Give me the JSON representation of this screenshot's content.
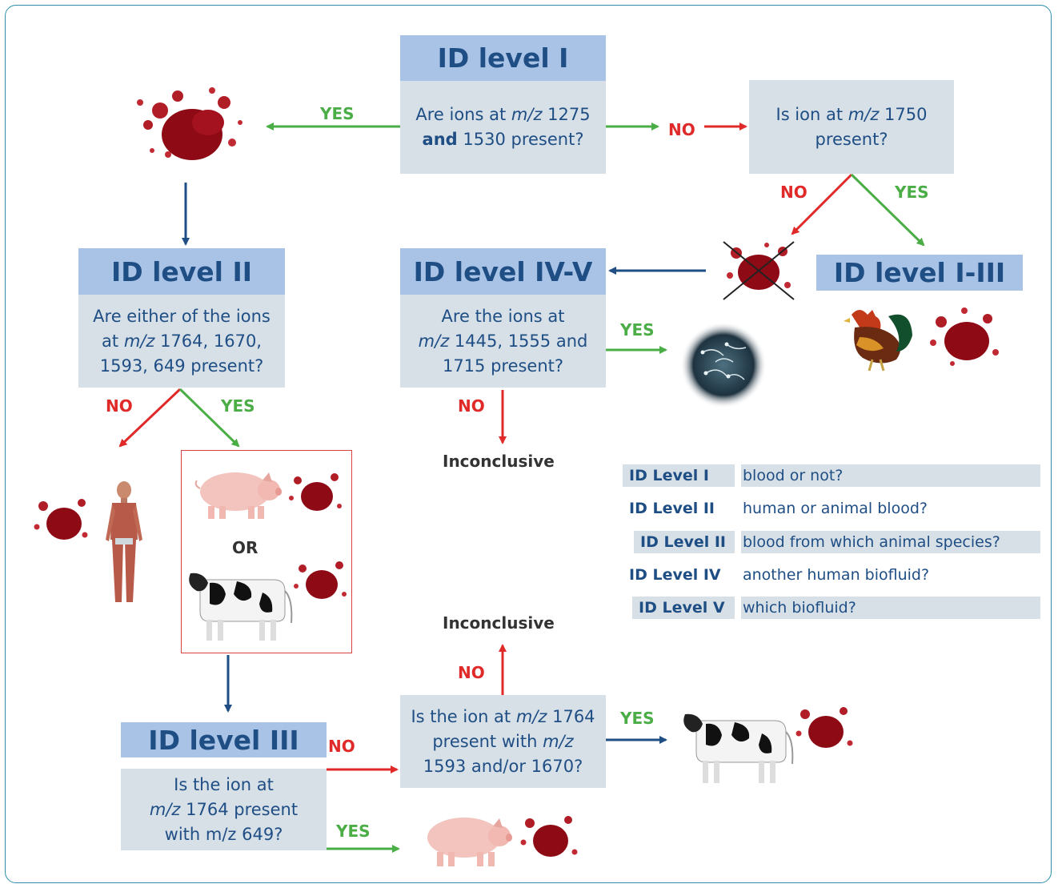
{
  "level1": {
    "title": "ID level I",
    "q_part1": "Are ions at",
    "q_mz": "m/z",
    "q_part2": "1275",
    "q_and": "and",
    "q_part3": "1530 present?"
  },
  "level1_no": {
    "q_part1": "Is ion at",
    "q_mz": "m/z",
    "q_part2": "1750",
    "q_part3": "present?"
  },
  "level2": {
    "title": "ID level II",
    "q_line1": "Are either of the ions",
    "q_at": "at",
    "q_mz": "m/z",
    "q_line2": "1764, 1670,",
    "q_line3": "1593, 649 present?"
  },
  "level45": {
    "title": "ID level IV-V",
    "q_line1": "Are the ions at",
    "q_mz": "m/z",
    "q_line2": "1445, 1555 and",
    "q_line3": "1715 present?"
  },
  "level13": {
    "title": "ID level I-III"
  },
  "level3": {
    "title": "ID level III",
    "q_line1": "Is the ion at",
    "q_mz": "m/z",
    "q_line2": "1764 present",
    "q_line3": "with m/z 649?"
  },
  "level3_no": {
    "q_line1a": "Is the ion at",
    "q_mz1": "m/z",
    "q_line1b": "1764",
    "q_line2a": "present with",
    "q_mz2": "m/z",
    "q_line3": "1593 and/or 1670?"
  },
  "labels": {
    "yes": "YES",
    "no": "NO",
    "or": "OR",
    "inconclusive": "Inconclusive"
  },
  "legend": [
    {
      "key": "ID Level I",
      "value": "blood or not?"
    },
    {
      "key": "ID Level II",
      "value": "human or animal blood?"
    },
    {
      "key": "ID Level II",
      "value": "blood from which animal species?"
    },
    {
      "key": "ID Level IV",
      "value": "another human biofluid?"
    },
    {
      "key": "ID Level V",
      "value": "which biofluid?"
    }
  ],
  "colors": {
    "yes": "#4aad45",
    "no": "#e02a2a",
    "flow": "#1f4e85",
    "header": "#a8c3e6",
    "box": "#d7e0e7"
  },
  "icons": [
    "blood-stain-icon",
    "crossed-blood-icon",
    "rooster-icon",
    "sperm-cells-icon",
    "human-body-icon",
    "pig-icon",
    "cow-icon"
  ]
}
